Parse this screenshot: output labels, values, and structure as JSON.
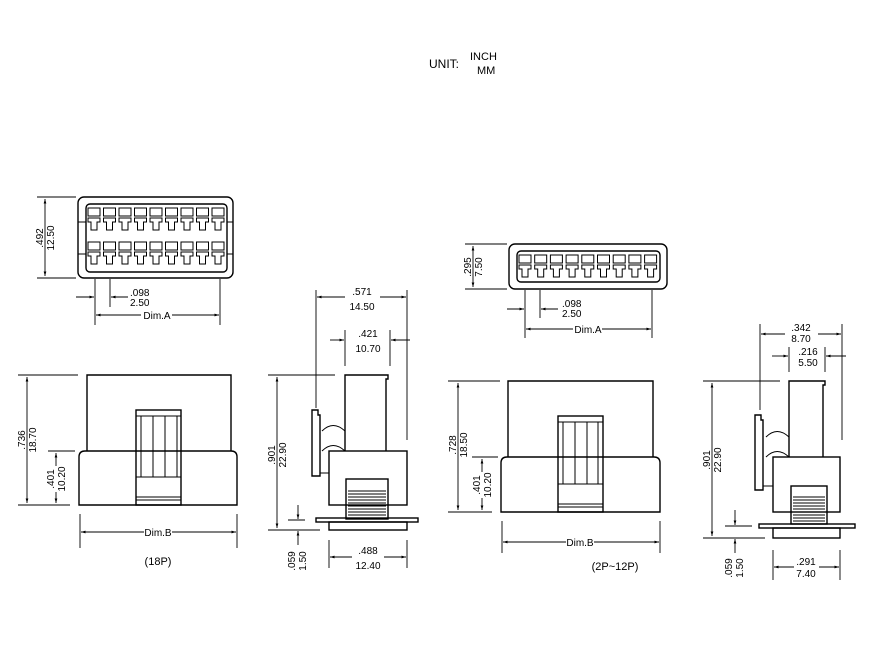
{
  "unit": {
    "label": "UNIT:",
    "primary": "INCH",
    "secondary": "MM"
  },
  "views_18p": {
    "caption": "(18P)",
    "top": {
      "height_in": ".492",
      "height_mm": "12.50",
      "pitch_in": ".098",
      "pitch_mm": "2.50",
      "dim_a": "Dim.A",
      "pins_per_row": 9,
      "rows": 2
    },
    "front": {
      "height_in": ".736",
      "height_mm": "18.70",
      "lower_in": ".401",
      "lower_mm": "10.20",
      "dim_b": "Dim.B"
    },
    "side": {
      "depth_in": ".571",
      "depth_mm": "14.50",
      "inner_in": ".421",
      "inner_mm": "10.70",
      "height_in": ".901",
      "height_mm": "22.90",
      "plate_in": ".059",
      "plate_mm": "1.50",
      "base_in": ".488",
      "base_mm": "12.40"
    }
  },
  "views_2p_12p": {
    "caption": "(2P~12P)",
    "top": {
      "height_in": ".295",
      "height_mm": "7.50",
      "pitch_in": ".098",
      "pitch_mm": "2.50",
      "dim_a": "Dim.A",
      "pins_per_row": 9,
      "rows": 1
    },
    "front": {
      "height_in": ".728",
      "height_mm": "18.50",
      "lower_in": ".401",
      "lower_mm": "10.20",
      "dim_b": "Dim.B"
    },
    "side": {
      "depth_in": ".342",
      "depth_mm": "8.70",
      "inner_in": ".216",
      "inner_mm": "5.50",
      "height_in": ".901",
      "height_mm": "22.90",
      "plate_in": ".059",
      "plate_mm": "1.50",
      "base_in": ".291",
      "base_mm": "7.40"
    }
  }
}
